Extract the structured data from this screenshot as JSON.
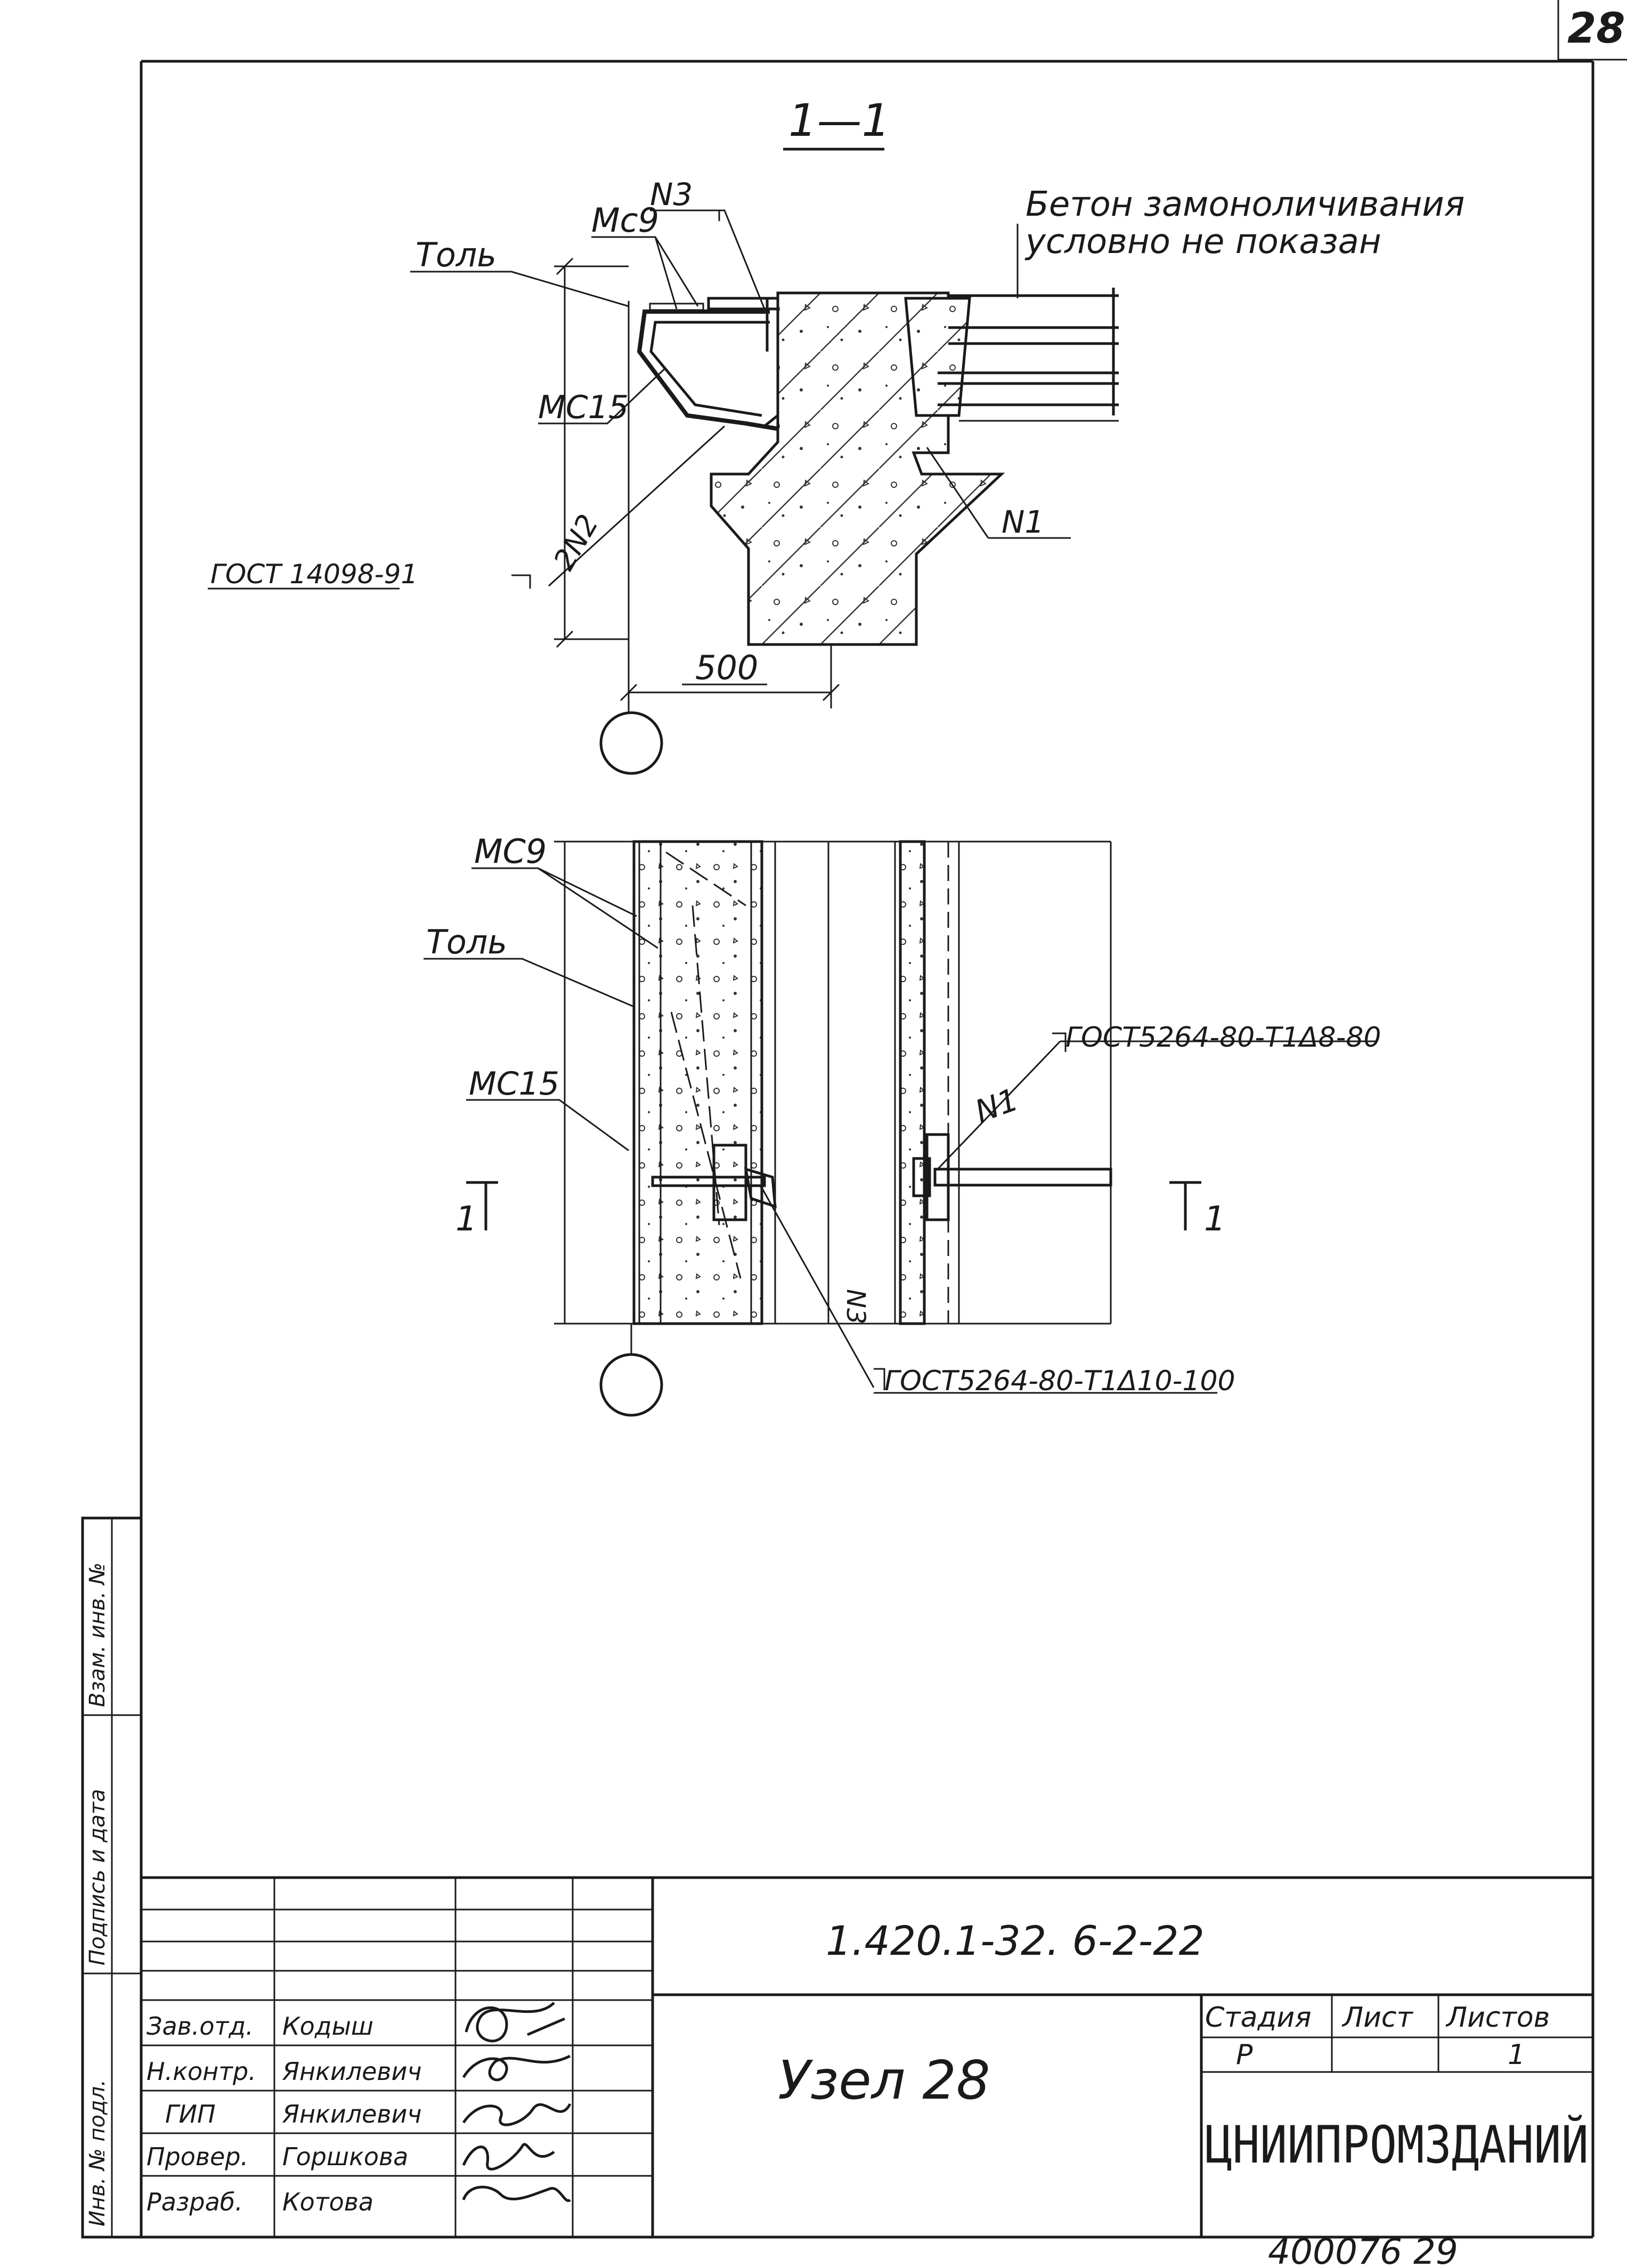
{
  "sheet_number": "28",
  "section_title": "1—1",
  "labels": {
    "mc9_top": "Mc9",
    "n3_top": "N3",
    "tol_top": "Толь",
    "mc15_top": "MC15",
    "n2_top": "2N2",
    "gost_top": "ГОСТ 14098-91",
    "n1_top": "N1",
    "dim_500": "500",
    "note_line1": "Бетон замоноличивания",
    "note_line2": "условно не показан",
    "mc9_bottom": "MC9",
    "tol_bottom": "Толь",
    "mc15_bottom": "MC15",
    "n1_bottom": "N1",
    "gost_weld_1": "ГОСТ5264-80-Т1Δ8-80",
    "gost_weld_2": "ГОСТ5264-80-Т1Δ10-100",
    "n3_bottom": "N3",
    "cut_left": "1",
    "cut_right": "1"
  },
  "side_stamp": {
    "col1": "Инв. № подл.",
    "col2": "Подпись и дата",
    "col3": "Взам. инв. №"
  },
  "title_block": {
    "doc_code": "1.420.1-32. 6-2-22",
    "drawing_name": "Узел 28",
    "rows": [
      {
        "role": "Зав.отд.",
        "name": "Кодыш"
      },
      {
        "role": "Н.контр.",
        "name": "Янкилевич"
      },
      {
        "role": "ГИП",
        "name": "Янкилевич"
      },
      {
        "role": "Провер.",
        "name": "Горшкова"
      },
      {
        "role": "Разраб.",
        "name": "Котова"
      }
    ],
    "stage_header": "Стадия",
    "sheet_header": "Лист",
    "sheets_header": "Листов",
    "stage_value": "Р",
    "sheet_value": "",
    "sheets_value": "1",
    "organization": "ЦНИИПРОМЗДАНИЙ"
  },
  "archive_number": "400076 29"
}
